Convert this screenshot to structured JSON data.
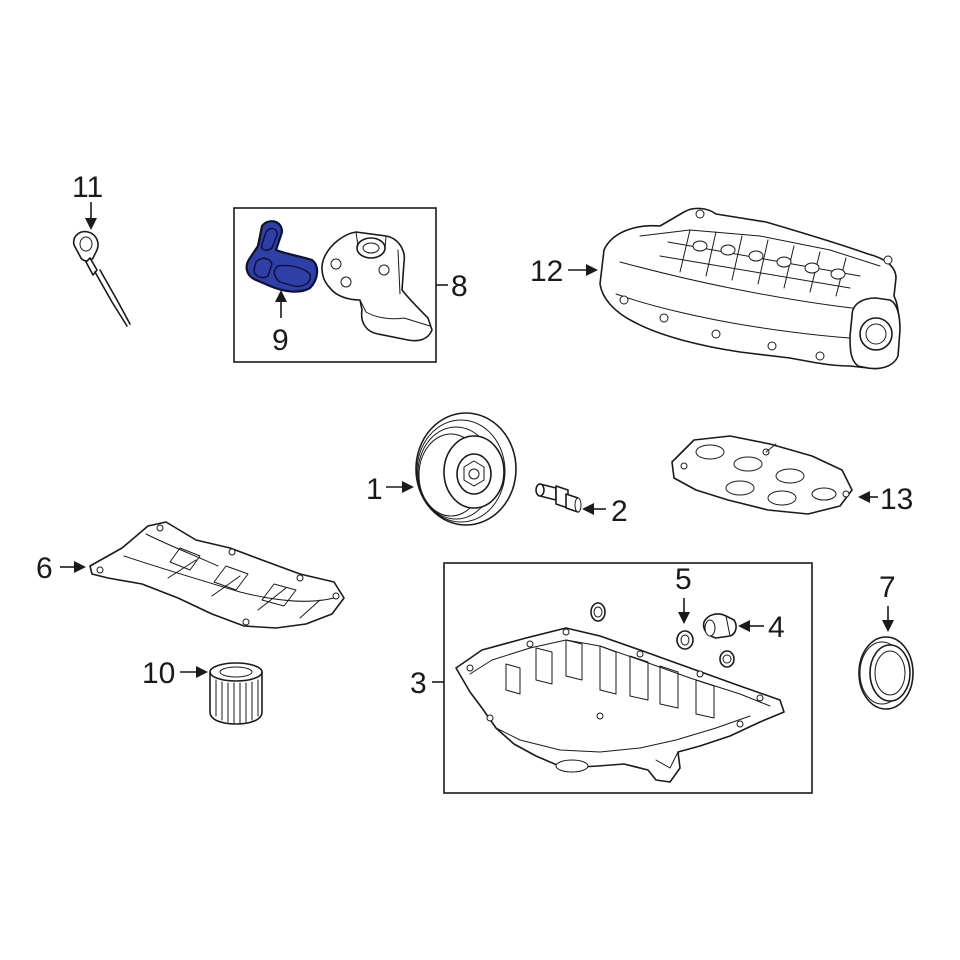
{
  "callouts": {
    "c1": "1",
    "c2": "2",
    "c3": "3",
    "c4": "4",
    "c5": "5",
    "c6": "6",
    "c7": "7",
    "c8": "8",
    "c9": "9",
    "c10": "10",
    "c11": "11",
    "c12": "12",
    "c13": "13"
  },
  "colors": {
    "highlight_fill": "#2f3fa8",
    "highlight_stroke": "#0d1030",
    "line": "#1a1a1a",
    "background": "#ffffff"
  },
  "highlighted_part": "9"
}
